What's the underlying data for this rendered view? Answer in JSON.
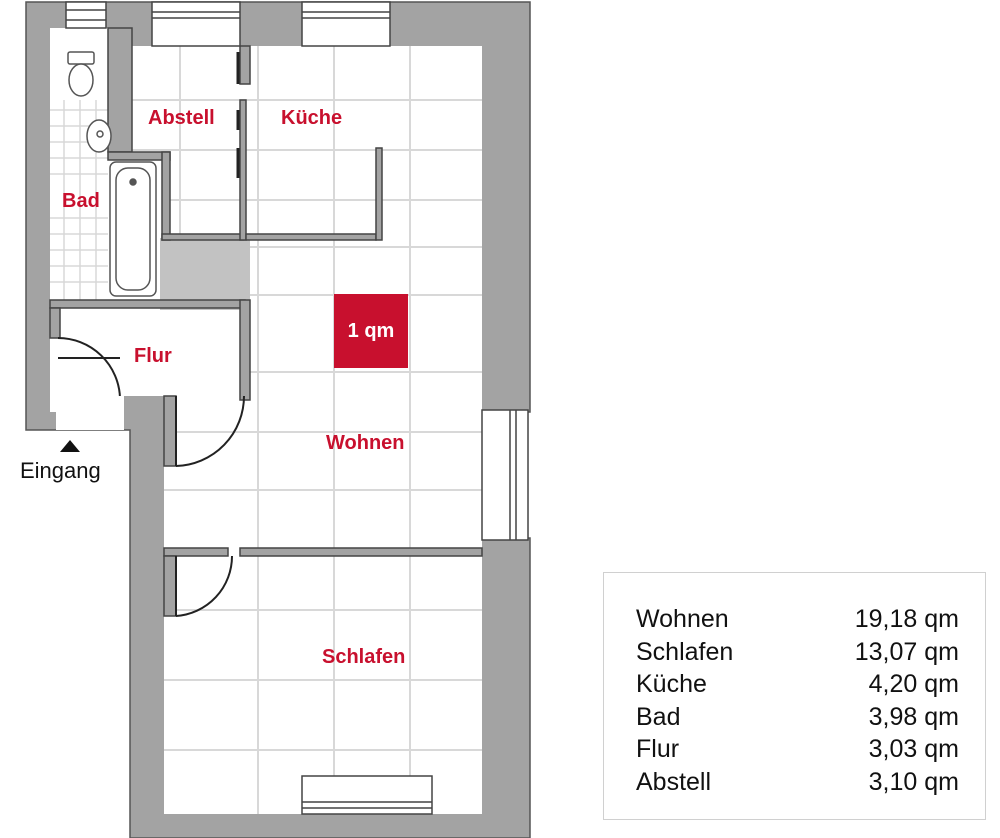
{
  "colors": {
    "wall": "#a3a3a3",
    "wall_outline": "#555555",
    "grid": "#d8d8d8",
    "label": "#c8102e",
    "scale_box": "#c8102e"
  },
  "rooms": {
    "abstell": "Abstell",
    "kueche": "Küche",
    "bad": "Bad",
    "flur": "Flur",
    "wohnen": "Wohnen",
    "schlafen": "Schlafen"
  },
  "scale_marker": "1 qm",
  "entrance": {
    "label": "Eingang",
    "icon": "arrow-up-icon"
  },
  "areas": [
    {
      "room": "Wohnen",
      "area": "19,18 qm"
    },
    {
      "room": "Schlafen",
      "area": "13,07 qm"
    },
    {
      "room": "Küche",
      "area": "4,20 qm"
    },
    {
      "room": "Bad",
      "area": "3,98 qm"
    },
    {
      "room": "Flur",
      "area": "3,03 qm"
    },
    {
      "room": "Abstell",
      "area": "3,10 qm"
    }
  ]
}
